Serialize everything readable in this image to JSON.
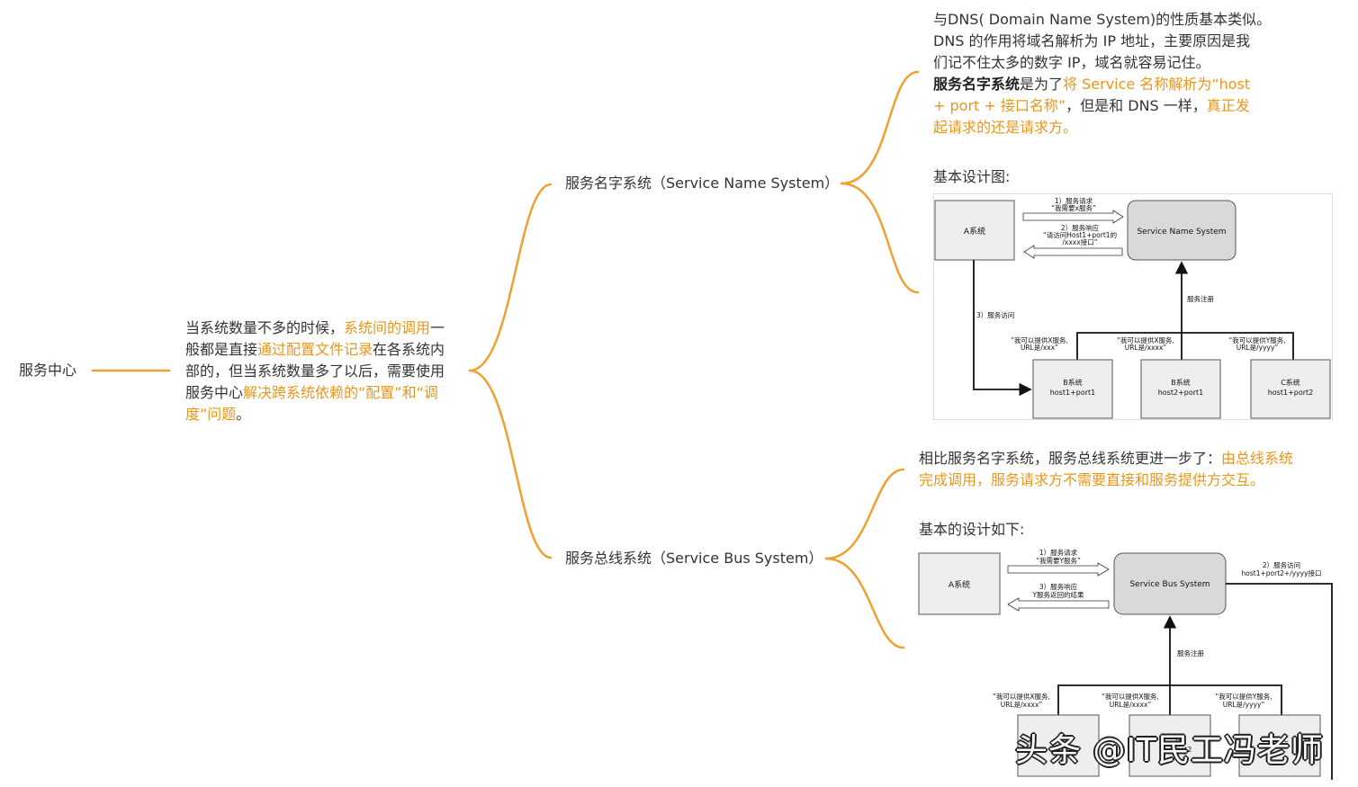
{
  "root": {
    "label": "服务中心"
  },
  "center": {
    "p1": "当系统数量不多的时候，",
    "h1": "系统间的调用",
    "p2": "一般都是直接",
    "h2": "通过配置文件记录",
    "p3": "在各系统内部的，但当系统数量多了以后，需要使用服务中心",
    "h3": "解决跨系统依赖的“配置”和“调度”问题",
    "p4": "。"
  },
  "branch_sns": {
    "label": "服务名字系统（Service Name System）",
    "note_line1": " 与DNS( Domain Name System)的性质基本类似。",
    "note_line2": "DNS 的作用将域名解析为 IP 地址，主要原因是我们记不住太多的数字 IP，域名就容易记住。",
    "note_bold": "服务名字系统",
    "note_p1": "是为了",
    "note_h1": "将 Service 名称解析为“host + port + 接口名称”",
    "note_p2": "，但是和 DNS 一样，",
    "note_h2": "真正发起请求的还是请求方。",
    "design_label": "基本设计图:",
    "diagram": {
      "a_system": "A系统",
      "sns_box": "Service Name System",
      "req_1": "1）服务请求",
      "req_2": "“我需要x服务”",
      "resp_1": "2）服务响应",
      "resp_2": "“请访问Host1+port1的",
      "resp_3": "/xxxx接口”",
      "reg": "服务注册",
      "visit": "3）服务访问",
      "offer_b1_1": "“我可以提供X服务,",
      "offer_b1_2": "URL是/xxx”",
      "offer_b2_1": "“我可以提供X服务,",
      "offer_b2_2": "URL是/xxxx”",
      "offer_c_1": "“我可以提供Y服务,",
      "offer_c_2": "URL是/yyyy”",
      "b1_1": "B系统",
      "b1_2": "host1+port1",
      "b2_1": "B系统",
      "b2_2": "host2+port1",
      "c_1": "C系统",
      "c_2": "host1+port2"
    }
  },
  "branch_sbs": {
    "label": "服务总线系统（Service Bus System）",
    "note_p1": "相比服务名字系统，服务总线系统更进一步了：",
    "note_h1": "由总线系统完成调用，服务请求方不需要直接和服务提供方交互。",
    "design_label": "基本的设计如下:",
    "diagram": {
      "a_system": "A系统",
      "sbs_box": "Service Bus System",
      "req_1": "1）服务请求",
      "req_2": "“我需要Y服务”",
      "resp_1": "3）服务响应",
      "resp_2": "Y服务返回的结果",
      "visit_1": "2）服务访问",
      "visit_2": "host1+port2+/yyyy接口",
      "reg": "服务注册",
      "offer_1_1": "“我可以提供X服务,",
      "offer_1_2": "URL是/xxxx”",
      "offer_2_1": "“我可以提供X服务,",
      "offer_2_2": "URL是/xxxx”",
      "offer_3_1": "“我可以提供Y服务,",
      "offer_3_2": "URL是/yyyy”",
      "box1": "B",
      "box2": "B",
      "box2b": "host2",
      "box3": "C"
    }
  },
  "watermark": "头条 @IT民工冯老师",
  "colors": {
    "connector": "#F0A030",
    "highlight": "#E8961A",
    "box_fill": "#EEEEEE",
    "rounded_fill": "#D9D9D9"
  }
}
